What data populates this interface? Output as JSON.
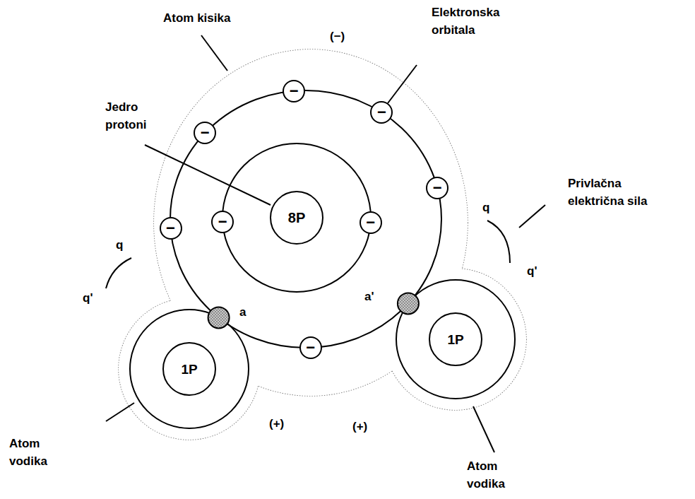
{
  "diagram": {
    "nodes": [
      {
        "text": [
          "8P"
        ]
      },
      {
        "text": [
          "1P"
        ]
      },
      {
        "text": [
          "1P"
        ]
      },
      {
        "text": [
          "−"
        ]
      },
      {
        "text": [
          "−"
        ]
      },
      {
        "text": [
          "−"
        ]
      },
      {
        "text": [
          "−"
        ]
      },
      {
        "text": [
          "−"
        ]
      },
      {
        "text": [
          "−"
        ]
      },
      {
        "text": [
          "−"
        ]
      },
      {
        "text": [
          "−"
        ]
      }
    ],
    "labels": [
      "Atom kisika",
      "(−)",
      "Elektronska orbitala",
      "Jedro protoni",
      "Privlačna električna sila",
      "q",
      "q'",
      "q",
      "q'",
      "a",
      "a'",
      "Atom vodika",
      "(+)",
      "(+)",
      "Atom vodika"
    ]
  }
}
